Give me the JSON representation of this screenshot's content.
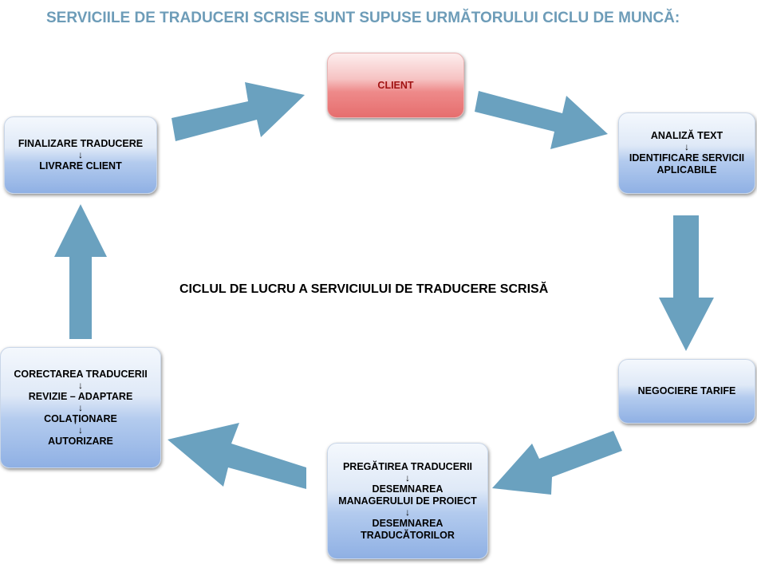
{
  "heading": "SERVICIILE DE TRADUCERI SCRISE SUNT SUPUSE URMĂTORULUI CICLU DE MUNCĂ:",
  "center_title": "CICLUL DE LUCRU A SERVICIULUI DE TRADUCERE SCRISĂ",
  "arrow_symbol": "↓",
  "colors": {
    "heading": "#6d9cb8",
    "arrow": "#6aa1bf",
    "box_blue": "#8fb0e4",
    "box_client": "#e66e6e",
    "client_text": "#a11212"
  },
  "nodes": {
    "client": {
      "lines": [
        "CLIENT"
      ]
    },
    "analiza": {
      "lines": [
        "ANALIZĂ TEXT",
        "IDENTIFICARE SERVICII APLICABILE"
      ]
    },
    "negociere": {
      "lines": [
        "NEGOCIERE TARIFE"
      ]
    },
    "pregatire": {
      "lines": [
        "PREGĂTIREA TRADUCERII",
        "DESEMNAREA MANAGERULUI DE PROIECT",
        "DESEMNAREA TRADUCĂTORILOR"
      ]
    },
    "corectare": {
      "lines": [
        "CORECTAREA TRADUCERII",
        "REVIZIE – ADAPTARE",
        "COLAȚIONARE",
        "AUTORIZARE"
      ]
    },
    "finalizare": {
      "lines": [
        "FINALIZARE TRADUCERE",
        "LIVRARE CLIENT"
      ]
    }
  }
}
